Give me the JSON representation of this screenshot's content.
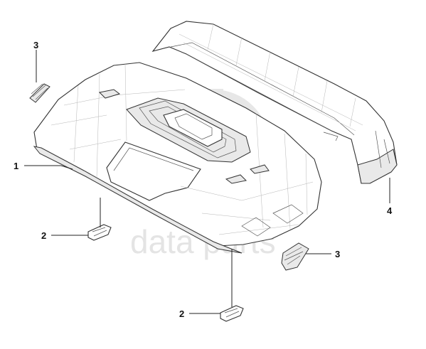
{
  "watermark": {
    "text": "data parts"
  },
  "callouts": [
    {
      "id": "callout-3-top",
      "label": "3"
    },
    {
      "id": "callout-1",
      "label": "1"
    },
    {
      "id": "callout-2-left",
      "label": "2"
    },
    {
      "id": "callout-3-right",
      "label": "3"
    },
    {
      "id": "callout-4",
      "label": "4"
    },
    {
      "id": "callout-2-bottom",
      "label": "2"
    }
  ],
  "colors": {
    "line": "#333333",
    "shading": "#e9e9e9",
    "watermark": "#cfcfcf"
  }
}
